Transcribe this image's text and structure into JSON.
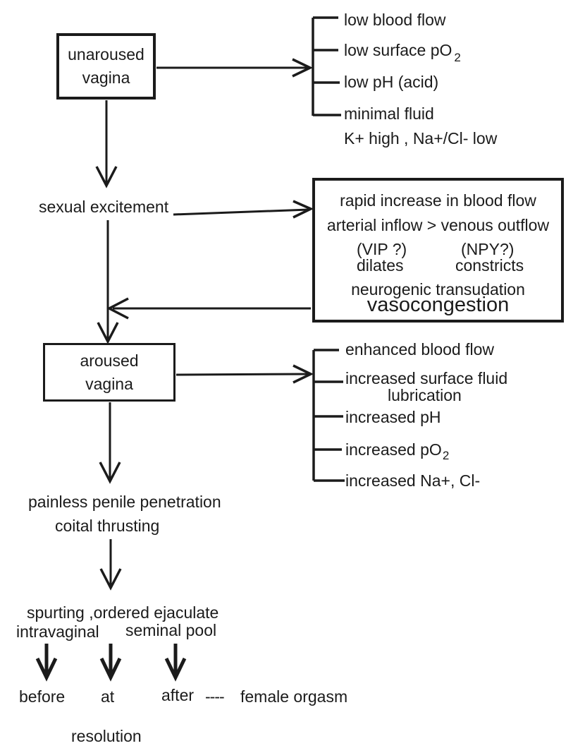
{
  "colors": {
    "ink": "#1b1b1b",
    "background": "#ffffff"
  },
  "nodes": {
    "unaroused_box": {
      "line1": "unaroused",
      "line2": "vagina"
    },
    "sexual_excitement": "sexual excitement",
    "aroused_box": {
      "line1": "aroused",
      "line2": "vagina"
    },
    "painless": "painless penile penetration",
    "coital": "coital thrusting",
    "spurting": "spurting ,ordered ejaculate",
    "intravaginal": "intravaginal",
    "seminal_pool": "seminal pool",
    "before": "before",
    "at": "at",
    "after": "after",
    "dashes": "----",
    "female_orgasm": "female orgasm",
    "resolution": "resolution"
  },
  "unaroused_effects": {
    "items": [
      {
        "text": "low blood flow"
      },
      {
        "text": "low surface pO",
        "sub": "2"
      },
      {
        "text": "low pH (acid)"
      },
      {
        "text": "minimal fluid"
      },
      {
        "text": "K+ high , Na+/Cl- low"
      }
    ]
  },
  "excitement_box": {
    "line1": "rapid increase in blood flow",
    "line2": "arterial inflow > venous outflow",
    "vip": "(VIP ?)",
    "npy": "(NPY?)",
    "dilates": "dilates",
    "constricts": "constricts",
    "line3": "neurogenic transudation",
    "line4": "vasocongestion"
  },
  "aroused_effects": {
    "items": [
      {
        "text": "enhanced blood flow"
      },
      {
        "text": "increased surface fluid",
        "line2": "lubrication"
      },
      {
        "text": "increased pH"
      },
      {
        "text": "increased pO",
        "sub": "2"
      },
      {
        "text": "increased Na+, Cl-"
      }
    ]
  }
}
